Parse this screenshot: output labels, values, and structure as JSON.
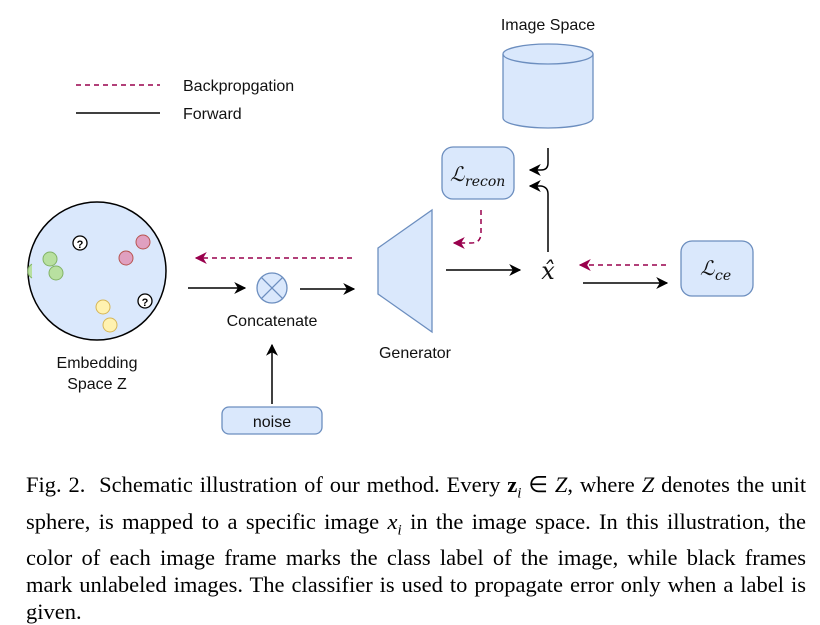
{
  "legend": {
    "backprop_label": "Backpropgation",
    "forward_label": "Forward"
  },
  "labels": {
    "image_space": "Image Space",
    "embedding_line1": "Embedding",
    "embedding_line2": "Space Z",
    "concatenate": "Concatenate",
    "generator": "Generator",
    "noise": "noise"
  },
  "math": {
    "l_recon_main": "ℒ",
    "l_recon_sub": "recon",
    "l_ce_main": "ℒ",
    "l_ce_sub": "ce",
    "x_hat": "x̂"
  },
  "embedding_points": {
    "unknown_mark": "?"
  },
  "caption": {
    "prefix": "Fig. 2.",
    "text_a": "Schematic illustration of our method. Every",
    "z": "z",
    "z_sub": "i",
    "in": "∈",
    "Z1": "Z",
    "text_b": ", where",
    "Z2": "Z",
    "text_c": "denotes the unit sphere, is mapped to a specific image",
    "x": "x",
    "x_sub": "i",
    "text_d": "in the image space. In this illustration, the color of each image frame marks the class label of the image, while black frames mark unlabeled images. The classifier is used to propagate error only when a label is given."
  },
  "colors": {
    "backprop": "#99004d",
    "forward": "#000000",
    "box_fill": "#dae8fc",
    "box_stroke": "#6c8ebf",
    "green": "#b8e0a0",
    "pink": "#e0a0c0",
    "yellow": "#fff2b0"
  }
}
